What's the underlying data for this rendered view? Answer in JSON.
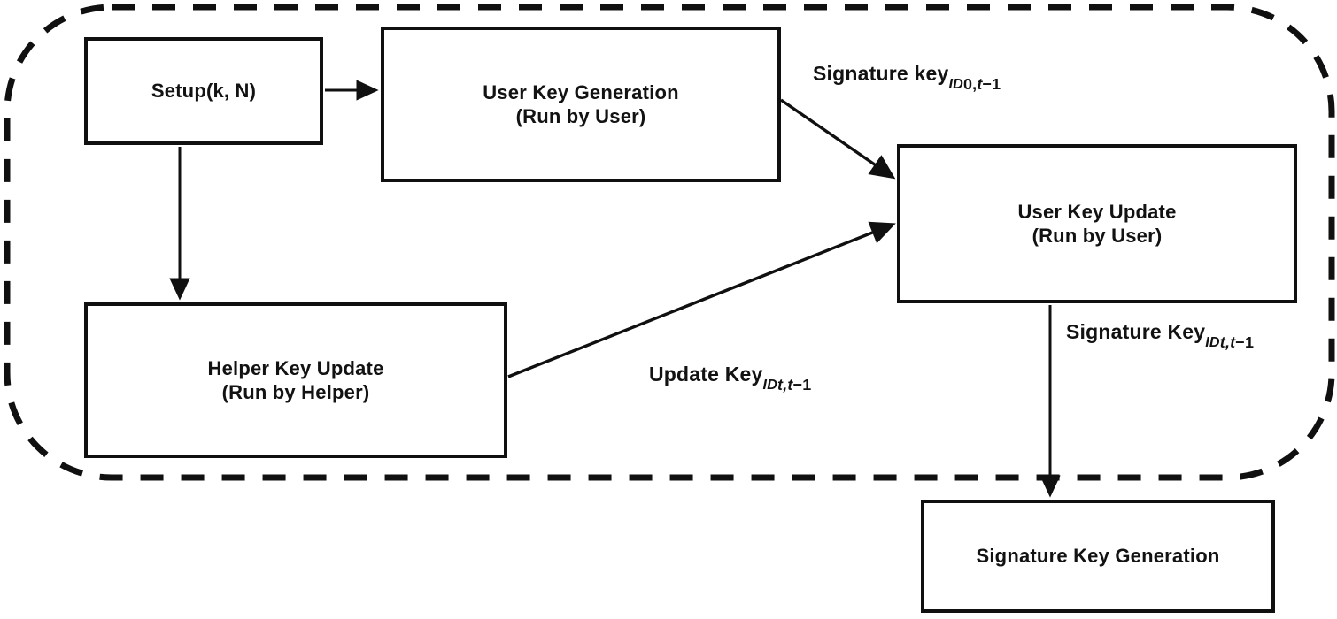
{
  "diagram": {
    "title": "Key evolution scheme flow diagram",
    "boundary": {
      "style": "dashed-rounded-rectangle",
      "label": ""
    },
    "colors": {
      "stroke": "#101010",
      "background": "#ffffff",
      "text": "#121212"
    },
    "nodes": {
      "setup": {
        "line1": "Setup(k, N)"
      },
      "user_key_generation": {
        "line1": "User Key Generation",
        "line2": "(Run by User)"
      },
      "helper_key_update": {
        "line1": "Helper Key Update",
        "line2": "(Run by Helper)"
      },
      "user_key_update": {
        "line1": "User Key Update",
        "line2": "(Run by User)"
      },
      "signature_key_generation": {
        "line1": "Signature Key Generation"
      }
    },
    "edge_labels": {
      "signature_key_id0": {
        "base": "Signature key",
        "sub": "ID",
        "subsub_prefix": "0,",
        "subsub_var": "t",
        "subsub_suffix": "−1"
      },
      "update_key_idt": {
        "base": "Update Key",
        "sub": "ID",
        "subsub_prefix": "",
        "subsub_var": "t,t",
        "subsub_suffix": "−1"
      },
      "signature_key_idt": {
        "base": "Signature Key",
        "sub": "ID",
        "subsub_prefix": "",
        "subsub_var": "t,t",
        "subsub_suffix": "−1"
      }
    },
    "edges": [
      {
        "name": "setup-to-user-key-generation",
        "from": "setup",
        "to": "user_key_generation",
        "kind": "arrow-horizontal"
      },
      {
        "name": "setup-to-helper-key-update",
        "from": "setup",
        "to": "helper_key_update",
        "kind": "arrow-vertical"
      },
      {
        "name": "user-key-generation-to-user-key-update",
        "from": "user_key_generation",
        "to": "user_key_update",
        "kind": "arrow-diagonal-down"
      },
      {
        "name": "helper-key-update-to-user-key-update",
        "from": "helper_key_update",
        "to": "user_key_update",
        "kind": "arrow-diagonal-up"
      },
      {
        "name": "user-key-update-to-signature-key-generation",
        "from": "user_key_update",
        "to": "signature_key_generation",
        "kind": "arrow-vertical"
      }
    ]
  }
}
